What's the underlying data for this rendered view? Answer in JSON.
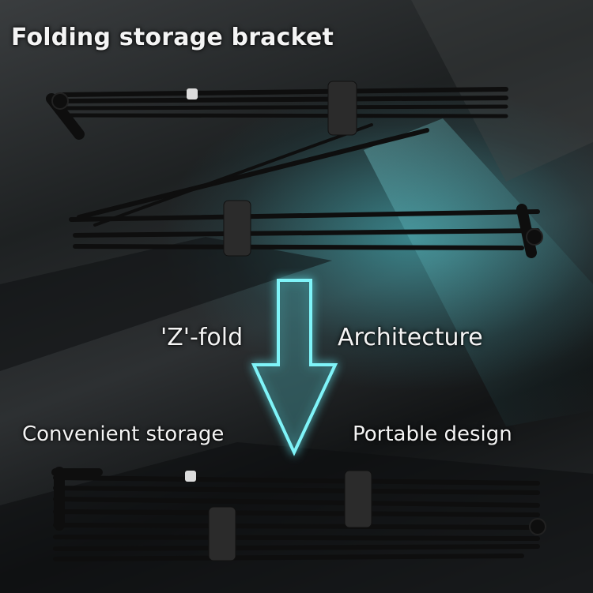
{
  "image": {
    "title": "Folding storage bracket",
    "fold_label": "'Z'-fold",
    "architecture_label": "Architecture",
    "storage_label": "Convenient storage",
    "portable_label": "Portable design"
  },
  "colors": {
    "accent_glow": "#5fe3ea",
    "frame_metal": "#121212",
    "clip": "#2b2b2b"
  }
}
